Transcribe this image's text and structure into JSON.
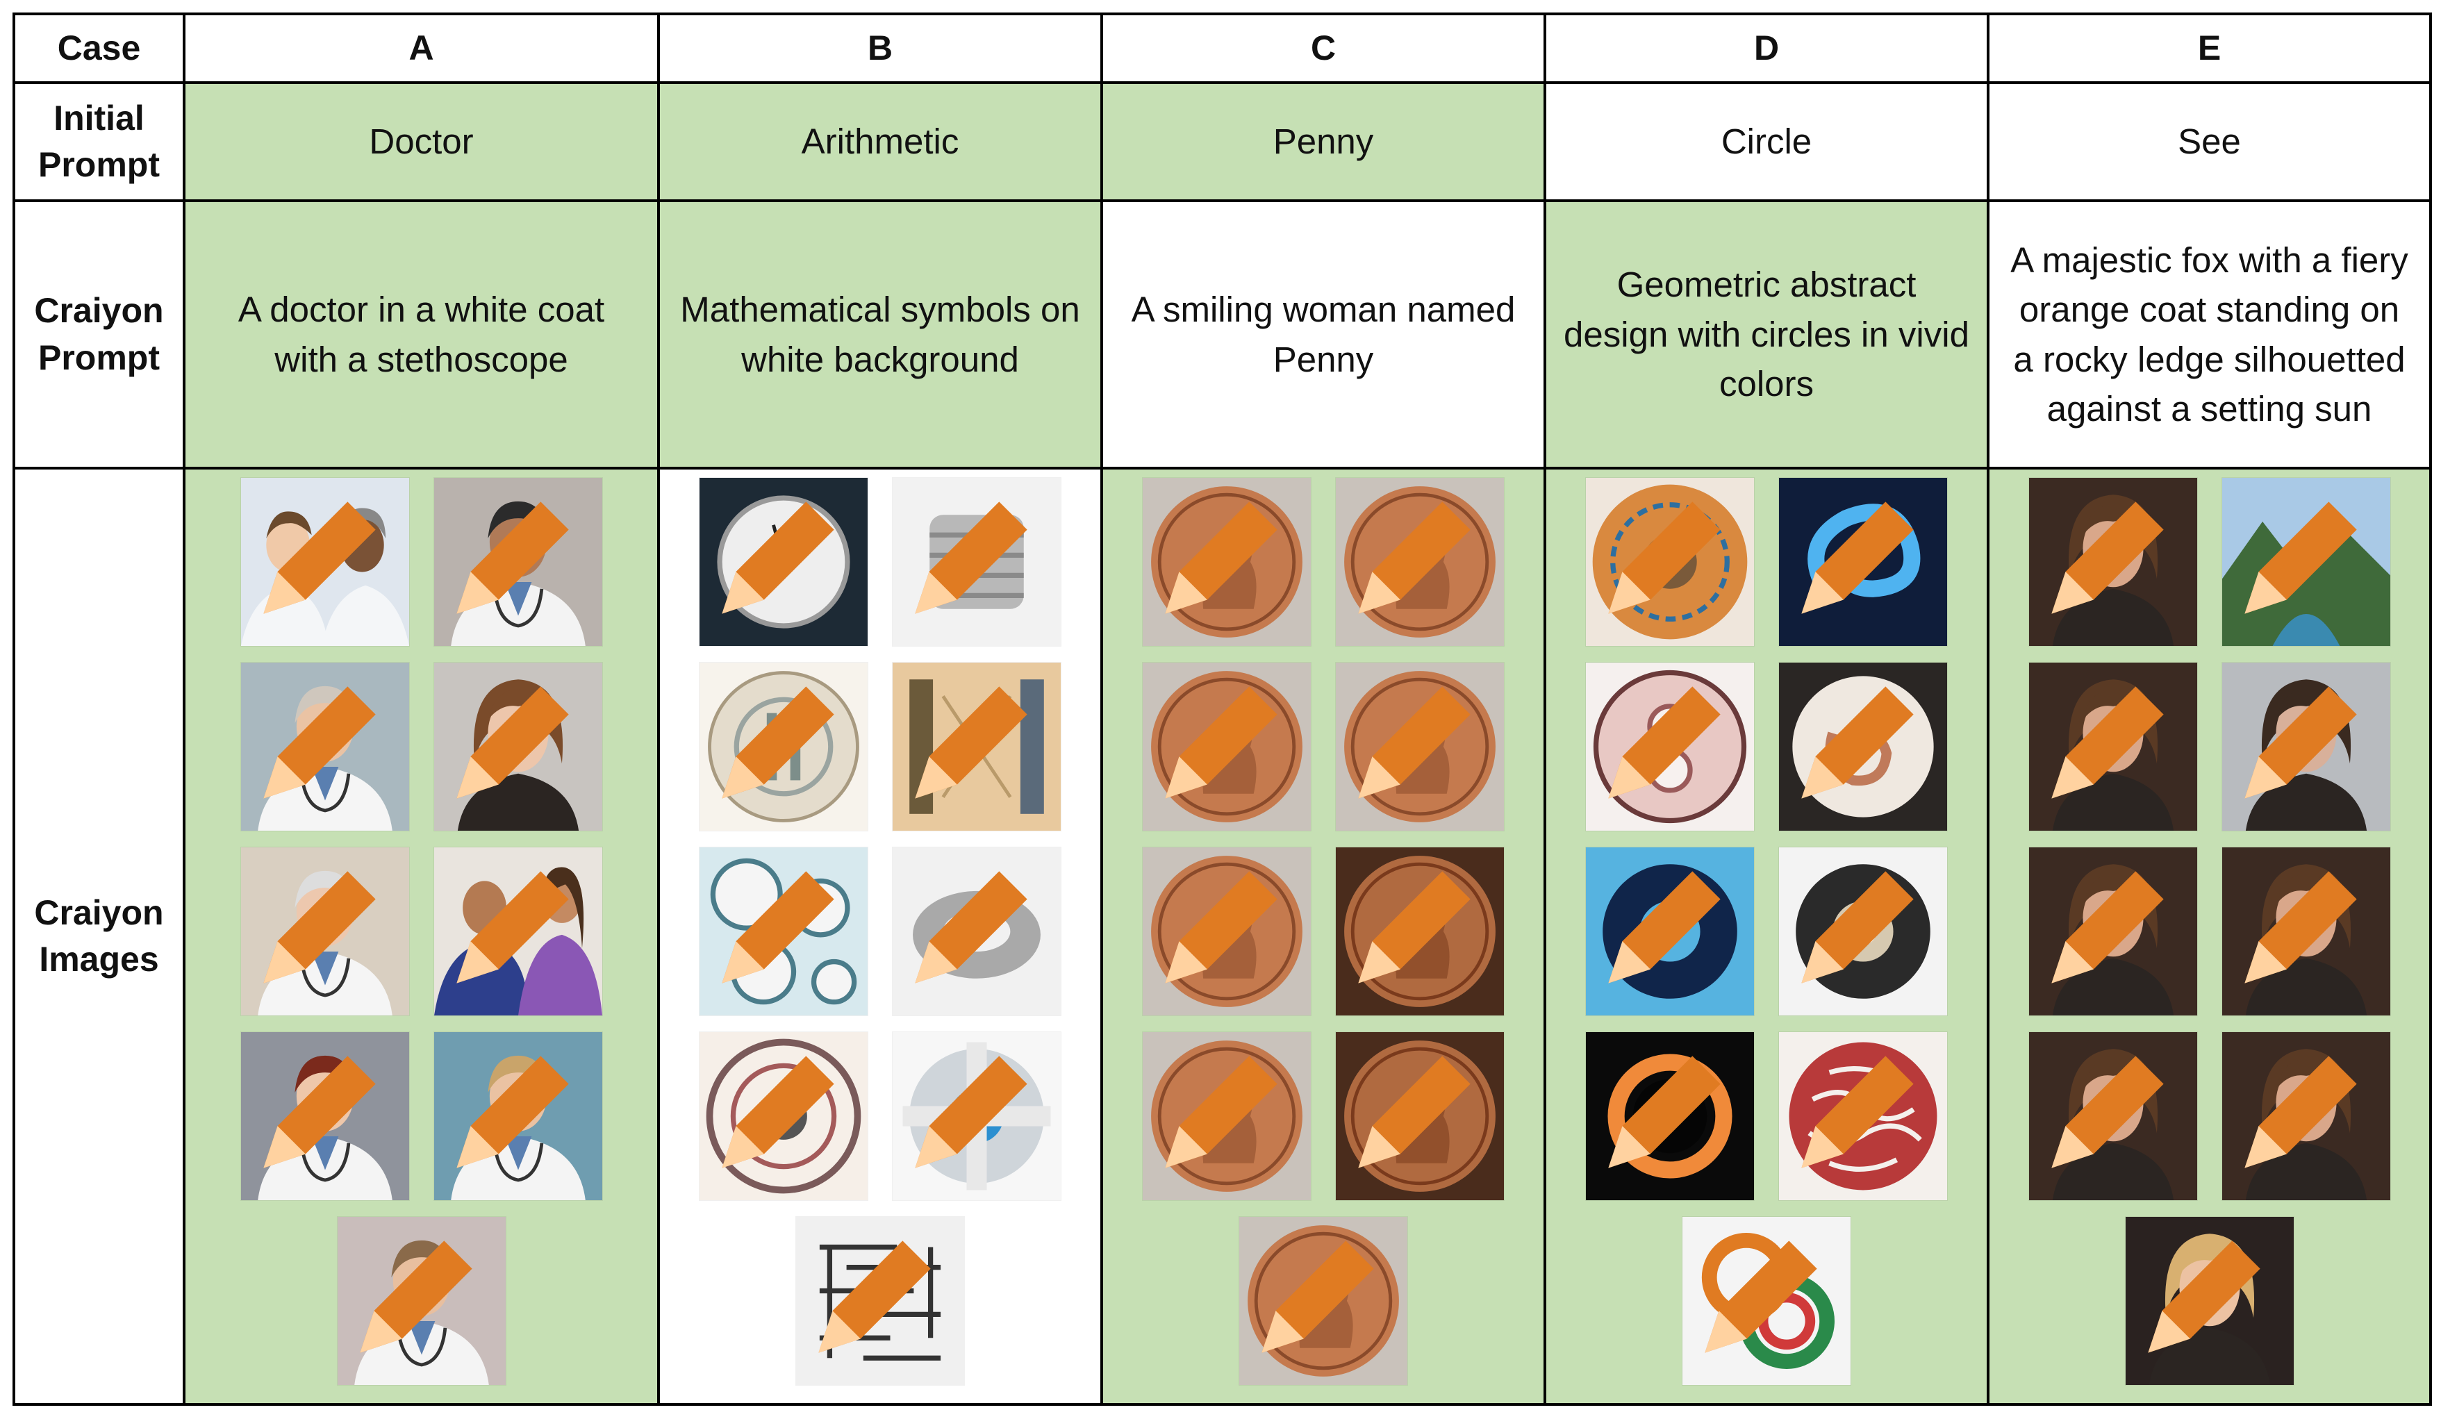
{
  "table": {
    "header": [
      "Case",
      "A",
      "B",
      "C",
      "D",
      "E"
    ],
    "initial_prompt_label": "Initial Prompt",
    "initial_prompts": [
      "Doctor",
      "Arithmetic",
      "Penny",
      "Circle",
      "See"
    ],
    "craiyon_prompt_label": "Craiyon Prompt",
    "craiyon_prompts": [
      "A doctor in a white coat with a stethoscope",
      "Mathematical symbols on white background",
      "A smiling woman named Penny",
      "Geometric abstract design with circles in vivid colors",
      "A majestic fox with a fiery orange coat standing on a rocky ledge silhouetted against a setting sun"
    ],
    "craiyon_images_label": "Craiyon Images",
    "image_counts": [
      9,
      9,
      9,
      9,
      9
    ]
  },
  "colors": {
    "highlight_green": "#c6e0b4",
    "border": "#000000",
    "craiyon_pencil": "#e07b22"
  },
  "image_subjects": {
    "A": [
      "doctors-group",
      "doctor-man-glasses",
      "doctor-woman-office",
      "woman-curly-hair",
      "doctor-old-man",
      "nurse-patient",
      "doctor-woman-red-hair",
      "doctor-woman-blonde",
      "doctor-woman-arms-crossed"
    ],
    "B": [
      "clock",
      "metal-cylinder",
      "circular-diagram",
      "patterned-board",
      "gauges",
      "metal-ring",
      "circular-mechanism",
      "ornate-mechanism",
      "maze-grid"
    ],
    "C": [
      "penny",
      "penny",
      "penny",
      "penny",
      "penny",
      "penny-dark",
      "penny",
      "penny-dark",
      "penny"
    ],
    "D": [
      "orange-swirl-dish",
      "blue-swirl",
      "pink-circle",
      "spiral-bowl",
      "blue-ring",
      "white-glow-ring",
      "black-hole-ring",
      "red-maze-circle",
      "colored-rings"
    ],
    "E": [
      "woman-portrait",
      "mountain-lake",
      "woman-portrait",
      "woman-window",
      "woman-portrait",
      "woman-portrait",
      "woman-portrait",
      "woman-portrait",
      "child-portrait"
    ]
  }
}
